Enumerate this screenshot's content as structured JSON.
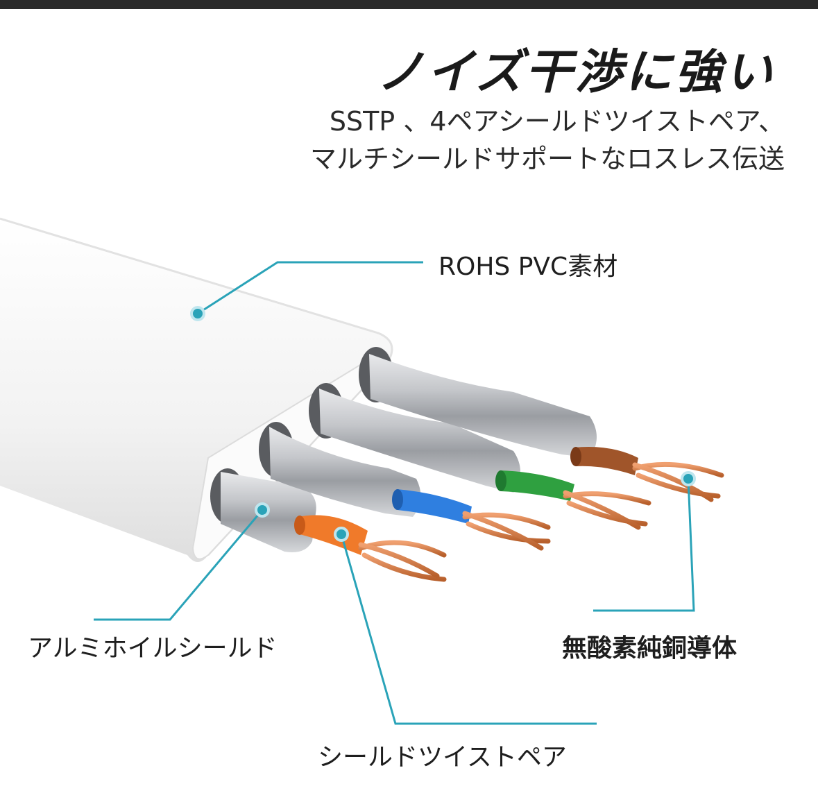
{
  "title": "ノイズ干渉に強い",
  "subtitle_line1": "SSTP 、4ペアシールドツイストペア、",
  "subtitle_line2": "マルチシールドサポートなロスレス伝送",
  "labels": {
    "jacket": "ROHS PVC素材",
    "aluminum_shield": "アルミホイルシールド",
    "copper": "無酸素純銅導体",
    "twisted_pair": "シールドツイストペア"
  },
  "colors": {
    "callout": "#2aa3b8",
    "wire_orange": "#f07a2a",
    "wire_blue": "#2f7fe0",
    "wire_green": "#2fa040",
    "wire_brown": "#a0552a"
  }
}
